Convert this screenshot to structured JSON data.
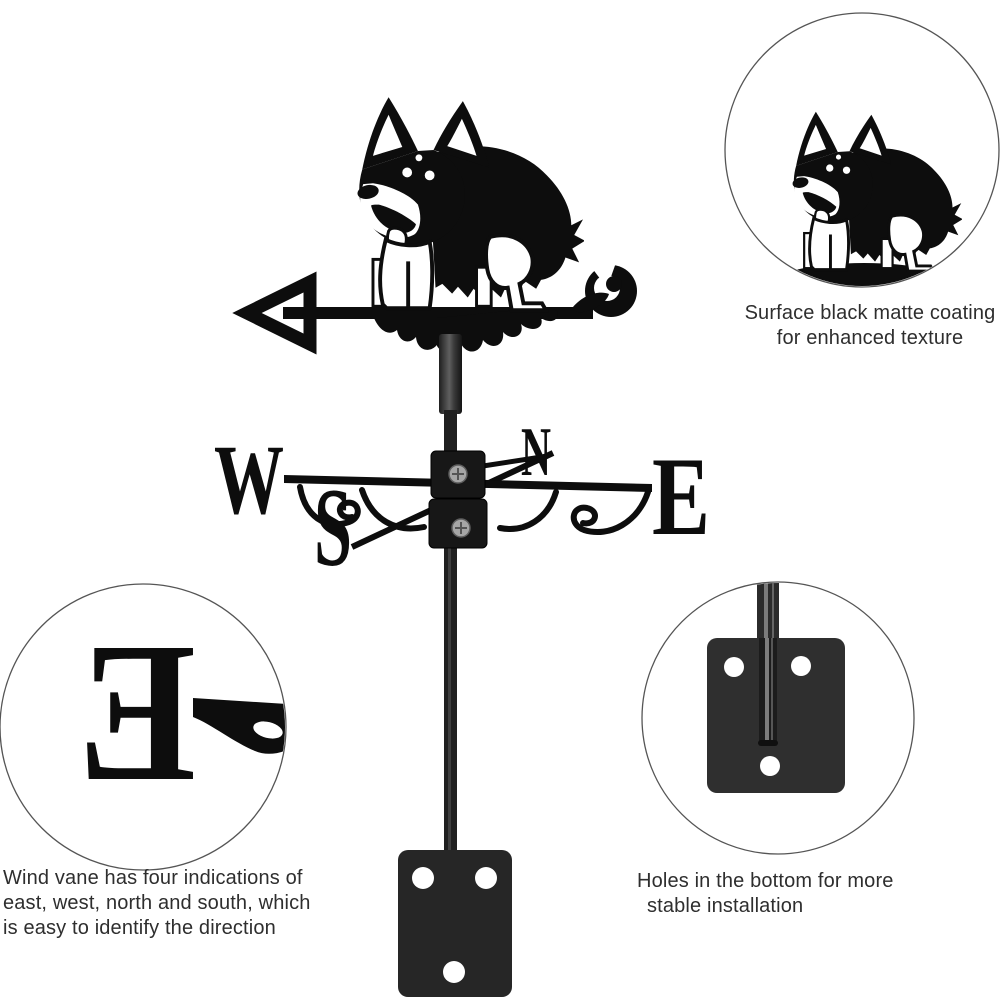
{
  "image_title": "Corgi wind vane product illustration",
  "weathervane": {
    "figure": "corgi-dog-silhouette",
    "compass": {
      "west": "W",
      "east": "E",
      "north": "N",
      "south": "S"
    }
  },
  "callouts": {
    "surface": {
      "line1": "Surface black matte coating",
      "line2": "for enhanced texture"
    },
    "directions": {
      "zoom_letter": "E",
      "line1": "Wind vane has four indications of",
      "line2": "east, west, north and south, which",
      "line3": "is easy to identify the direction"
    },
    "mounting": {
      "line1": "Holes in the bottom for more",
      "line2": "stable installation"
    }
  },
  "colors": {
    "background": "#ffffff",
    "silhouette": "#0d0d0d",
    "pole": "#202020",
    "pole_light": "#5a5a5a",
    "plate": "#262626",
    "screw": "#a6a6a6",
    "circle_border": "#555555",
    "text": "#2e2e2e"
  }
}
